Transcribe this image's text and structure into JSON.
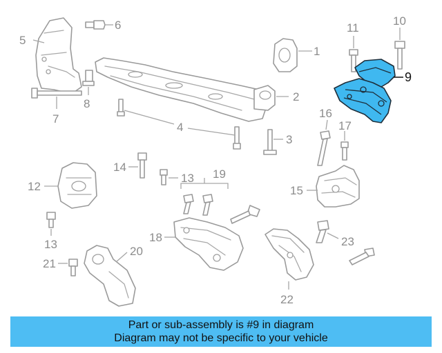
{
  "callouts": [
    "1",
    "2",
    "3",
    "4",
    "5",
    "6",
    "7",
    "8",
    "9",
    "10",
    "11",
    "12",
    "13",
    "14",
    "15",
    "16",
    "17",
    "18",
    "19",
    "20",
    "21",
    "22",
    "23"
  ],
  "highlight_color": "#3fb8f0",
  "banner": {
    "line1": "Part or sub-assembly is #9 in diagram",
    "line2": "Diagram may not be specific to your vehicle",
    "color": "#4ebdf3"
  }
}
